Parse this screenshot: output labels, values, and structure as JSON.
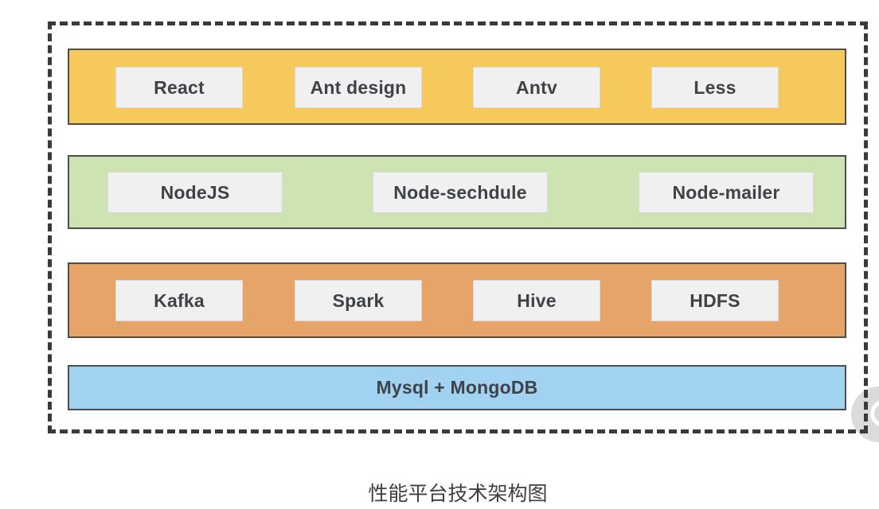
{
  "diagram": {
    "caption": "性能平台技术架构图",
    "layers": [
      {
        "name": "frontend-layer",
        "color": "#F6C95C",
        "items": [
          "React",
          "Ant design",
          "Antv",
          "Less"
        ]
      },
      {
        "name": "node-layer",
        "color": "#CDE3B2",
        "items": [
          "NodeJS",
          "Node-sechdule",
          "Node-mailer"
        ]
      },
      {
        "name": "bigdata-layer",
        "color": "#E7A468",
        "items": [
          "Kafka",
          "Spark",
          "Hive",
          "HDFS"
        ]
      },
      {
        "name": "storage-layer",
        "color": "#A2D2F2",
        "label": "Mysql + MongoDB"
      }
    ],
    "colors": {
      "frame_dash": "#3A3A3A",
      "bar_border": "#4D4D4D",
      "tech_box_bg": "#F0F0F0",
      "text": "#3F4347",
      "background": "#FFFFFF",
      "watermark": "#DBDBDB"
    }
  }
}
